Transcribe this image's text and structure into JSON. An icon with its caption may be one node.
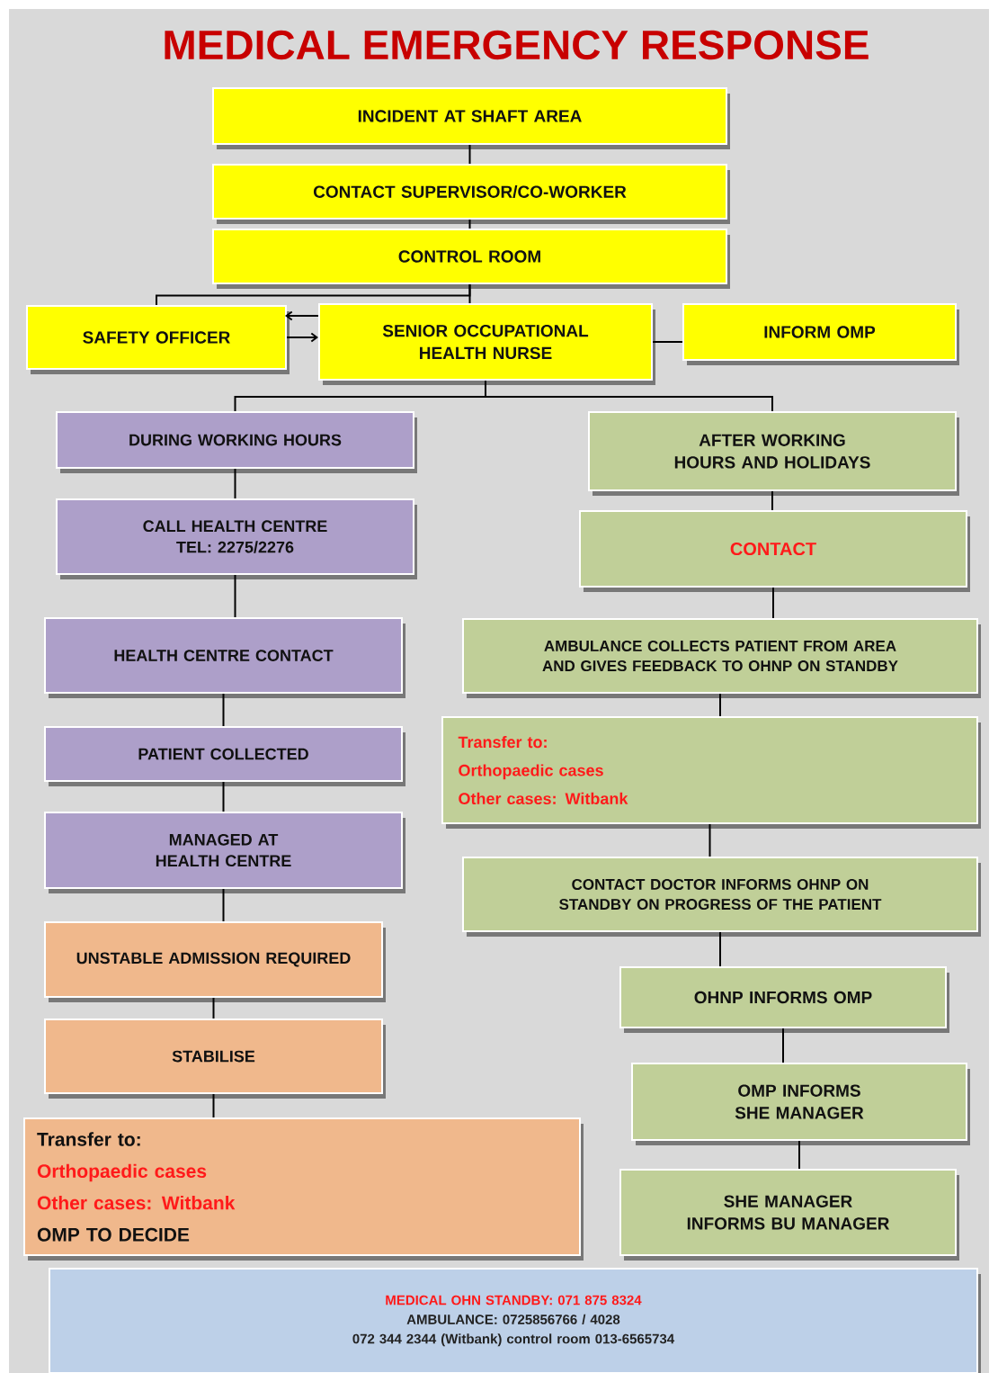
{
  "diagram": {
    "title": "MEDICAL EMERGENCY RESPONSE",
    "nodes": [
      {
        "text": [
          "INCIDENT AT SHAFT AREA"
        ]
      },
      {
        "text": [
          "CONTACT SUPERVISOR/CO-WORKER"
        ]
      },
      {
        "text": [
          "CONTROL ROOM"
        ]
      },
      {
        "text": [
          "SAFETY OFFICER"
        ]
      },
      {
        "text": [
          "SENIOR OCCUPATIONAL HEALTH NURSE"
        ]
      },
      {
        "text": [
          "INFORM OMP"
        ]
      },
      {
        "text": [
          "DURING WORKING HOURS"
        ]
      },
      {
        "text": [
          "AFTER WORKING HOURS AND HOLIDAYS"
        ]
      },
      {
        "text": [
          "CALL HEALTH CENTRE TEL: 2275/2276"
        ]
      },
      {
        "text": [
          "CONTACT"
        ]
      },
      {
        "text": [
          "HEALTH CENTRE CONTACT"
        ]
      },
      {
        "text": [
          "AMBULANCE COLLECTS PATIENT FROM AREA AND GIVES FEEDBACK TO OHNP ON STANDBY"
        ]
      },
      {
        "text": [
          "PATIENT COLLECTED"
        ]
      },
      {
        "text": [
          "Transfer to:",
          "Orthopaedic cases",
          "Other cases: Witbank"
        ]
      },
      {
        "text": [
          "MANAGED AT HEALTH CENTRE"
        ]
      },
      {
        "text": [
          "CONTACT DOCTOR INFORMS OHNP ON STANDBY ON PROGRESS OF THE PATIENT"
        ]
      },
      {
        "text": [
          "UNSTABLE ADMISSION REQUIRED"
        ]
      },
      {
        "text": [
          "OHNP INFORMS OMP"
        ]
      },
      {
        "text": [
          "STABILISE"
        ]
      },
      {
        "text": [
          "OMP INFORMS SHE MANAGER"
        ]
      },
      {
        "text": [
          "Transfer to:",
          "Orthopaedic cases",
          "Other cases: Witbank",
          "OMP TO DECIDE"
        ]
      },
      {
        "text": [
          "SHE MANAGER INFORMS BU MANAGER"
        ]
      },
      {
        "text": [
          "MEDICAL OHN STANDBY: 071 875 8324",
          "AMBULANCE: 0725856766 / 4028",
          "072 344 2344 (Witbank) control room 013-6565734"
        ]
      }
    ],
    "edges": [
      {
        "from": 0,
        "to": 1,
        "arrow": "none"
      },
      {
        "from": 1,
        "to": 2,
        "arrow": "none"
      },
      {
        "from": 2,
        "to": 3,
        "arrow": "none"
      },
      {
        "from": 2,
        "to": 4,
        "arrow": "none"
      },
      {
        "from": 4,
        "to": 3,
        "arrow": "to"
      },
      {
        "from": 3,
        "to": 4,
        "arrow": "to"
      },
      {
        "from": 4,
        "to": 5,
        "arrow": "none"
      },
      {
        "from": 4,
        "to": 6,
        "arrow": "none"
      },
      {
        "from": 4,
        "to": 7,
        "arrow": "none"
      },
      {
        "from": 6,
        "to": 8,
        "arrow": "none"
      },
      {
        "from": 8,
        "to": 10,
        "arrow": "none"
      },
      {
        "from": 10,
        "to": 12,
        "arrow": "none"
      },
      {
        "from": 12,
        "to": 14,
        "arrow": "none"
      },
      {
        "from": 14,
        "to": 16,
        "arrow": "none"
      },
      {
        "from": 16,
        "to": 18,
        "arrow": "none"
      },
      {
        "from": 18,
        "to": 20,
        "arrow": "none"
      },
      {
        "from": 7,
        "to": 9,
        "arrow": "none"
      },
      {
        "from": 9,
        "to": 11,
        "arrow": "none"
      },
      {
        "from": 11,
        "to": 13,
        "arrow": "none"
      },
      {
        "from": 13,
        "to": 15,
        "arrow": "none"
      },
      {
        "from": 15,
        "to": 17,
        "arrow": "none"
      },
      {
        "from": 17,
        "to": 19,
        "arrow": "none"
      },
      {
        "from": 19,
        "to": 21,
        "arrow": "none"
      }
    ]
  }
}
